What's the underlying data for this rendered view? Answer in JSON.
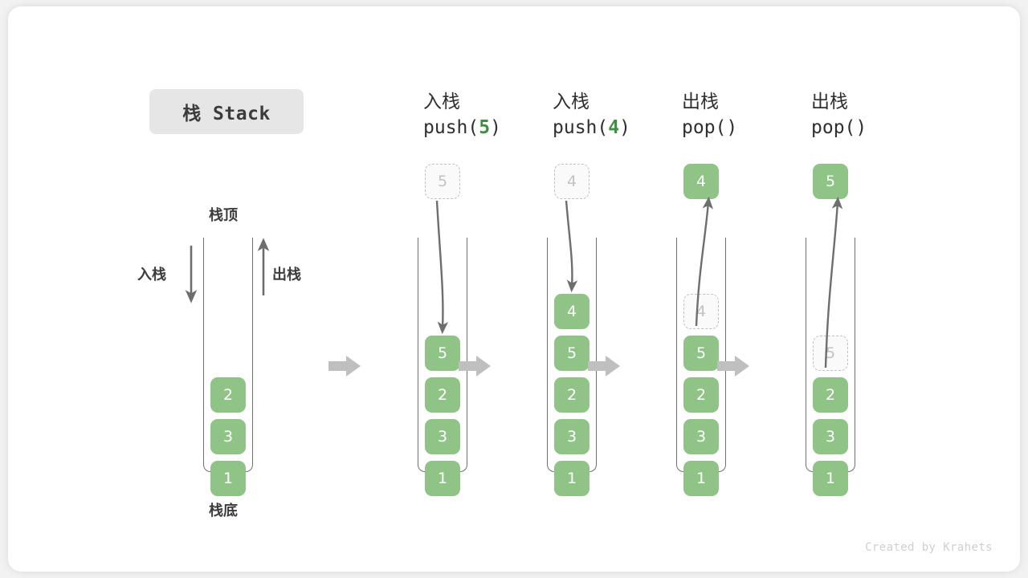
{
  "title": {
    "badge": "栈 Stack"
  },
  "footer": {
    "credit": "Created by Krahets"
  },
  "colors": {
    "cell_fill": "#8fc486",
    "cell_text": "#ffffff",
    "ghost_border": "#c2c2c2",
    "ghost_text": "#c2c2c2",
    "arrow_gray": "#bfbfbf",
    "thin_arrow": "#6e6e6e",
    "accent_green": "#3f8f43",
    "badge_bg": "#e6e6e6",
    "card_bg": "#ffffff",
    "page_bg": "#f2f2f2"
  },
  "left_stack": {
    "top_label": "栈顶",
    "bottom_label": "栈底",
    "push_label": "入栈",
    "pop_label": "出栈",
    "cells": [
      "2",
      "3",
      "1"
    ]
  },
  "steps": [
    {
      "op_cn": "入栈",
      "op_code_prefix": "push(",
      "op_code_arg": "5",
      "op_code_suffix": ")",
      "floating": {
        "value": "5",
        "style": "ghost"
      },
      "cells": [
        "5",
        "2",
        "3",
        "1"
      ],
      "ghost_top": null
    },
    {
      "op_cn": "入栈",
      "op_code_prefix": "push(",
      "op_code_arg": "4",
      "op_code_suffix": ")",
      "floating": {
        "value": "4",
        "style": "ghost"
      },
      "cells": [
        "4",
        "5",
        "2",
        "3",
        "1"
      ],
      "ghost_top": null
    },
    {
      "op_cn": "出栈",
      "op_code_prefix": "pop(",
      "op_code_arg": "",
      "op_code_suffix": ")",
      "floating": {
        "value": "4",
        "style": "solid"
      },
      "cells": [
        "5",
        "2",
        "3",
        "1"
      ],
      "ghost_top": "4"
    },
    {
      "op_cn": "出栈",
      "op_code_prefix": "pop(",
      "op_code_arg": "",
      "op_code_suffix": ")",
      "floating": {
        "value": "5",
        "style": "solid"
      },
      "cells": [
        "2",
        "3",
        "1"
      ],
      "ghost_top": "5"
    }
  ],
  "flow_arrows": 4
}
